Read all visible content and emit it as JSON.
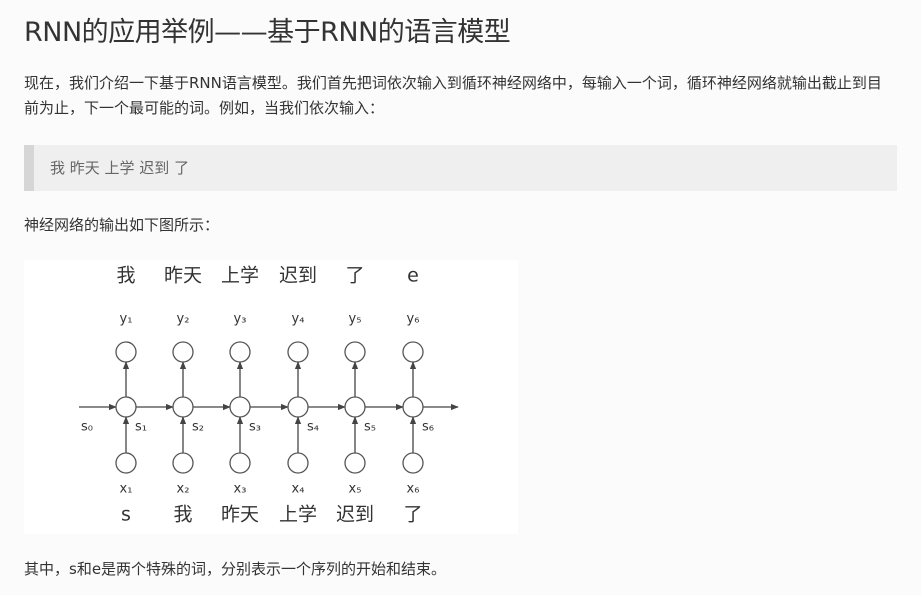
{
  "title": "RNN的应用举例——基于RNN的语言模型",
  "intro": "现在，我们介绍一下基于RNN语言模型。我们首先把词依次输入到循环神经网络中，每输入一个词，循环神经网络就输出截止到目前为止，下一个最可能的词。例如，当我们依次输入：",
  "quote": "我 昨天 上学 迟到 了",
  "figure_caption": "神经网络的输出如下图所示：",
  "figure": {
    "top_words": [
      "我",
      "昨天",
      "上学",
      "迟到",
      "了",
      "e"
    ],
    "outputs": [
      "y₁",
      "y₂",
      "y₃",
      "y₄",
      "y₅",
      "y₆"
    ],
    "states": [
      "s₀",
      "s₁",
      "s₂",
      "s₃",
      "s₄",
      "s₅",
      "s₆"
    ],
    "inputs": [
      "x₁",
      "x₂",
      "x₃",
      "x₄",
      "x₅",
      "x₆"
    ],
    "bottom_words": [
      "s",
      "我",
      "昨天",
      "上学",
      "迟到",
      "了"
    ]
  },
  "outro": "其中，s和e是两个特殊的词，分别表示一个序列的开始和结束。"
}
